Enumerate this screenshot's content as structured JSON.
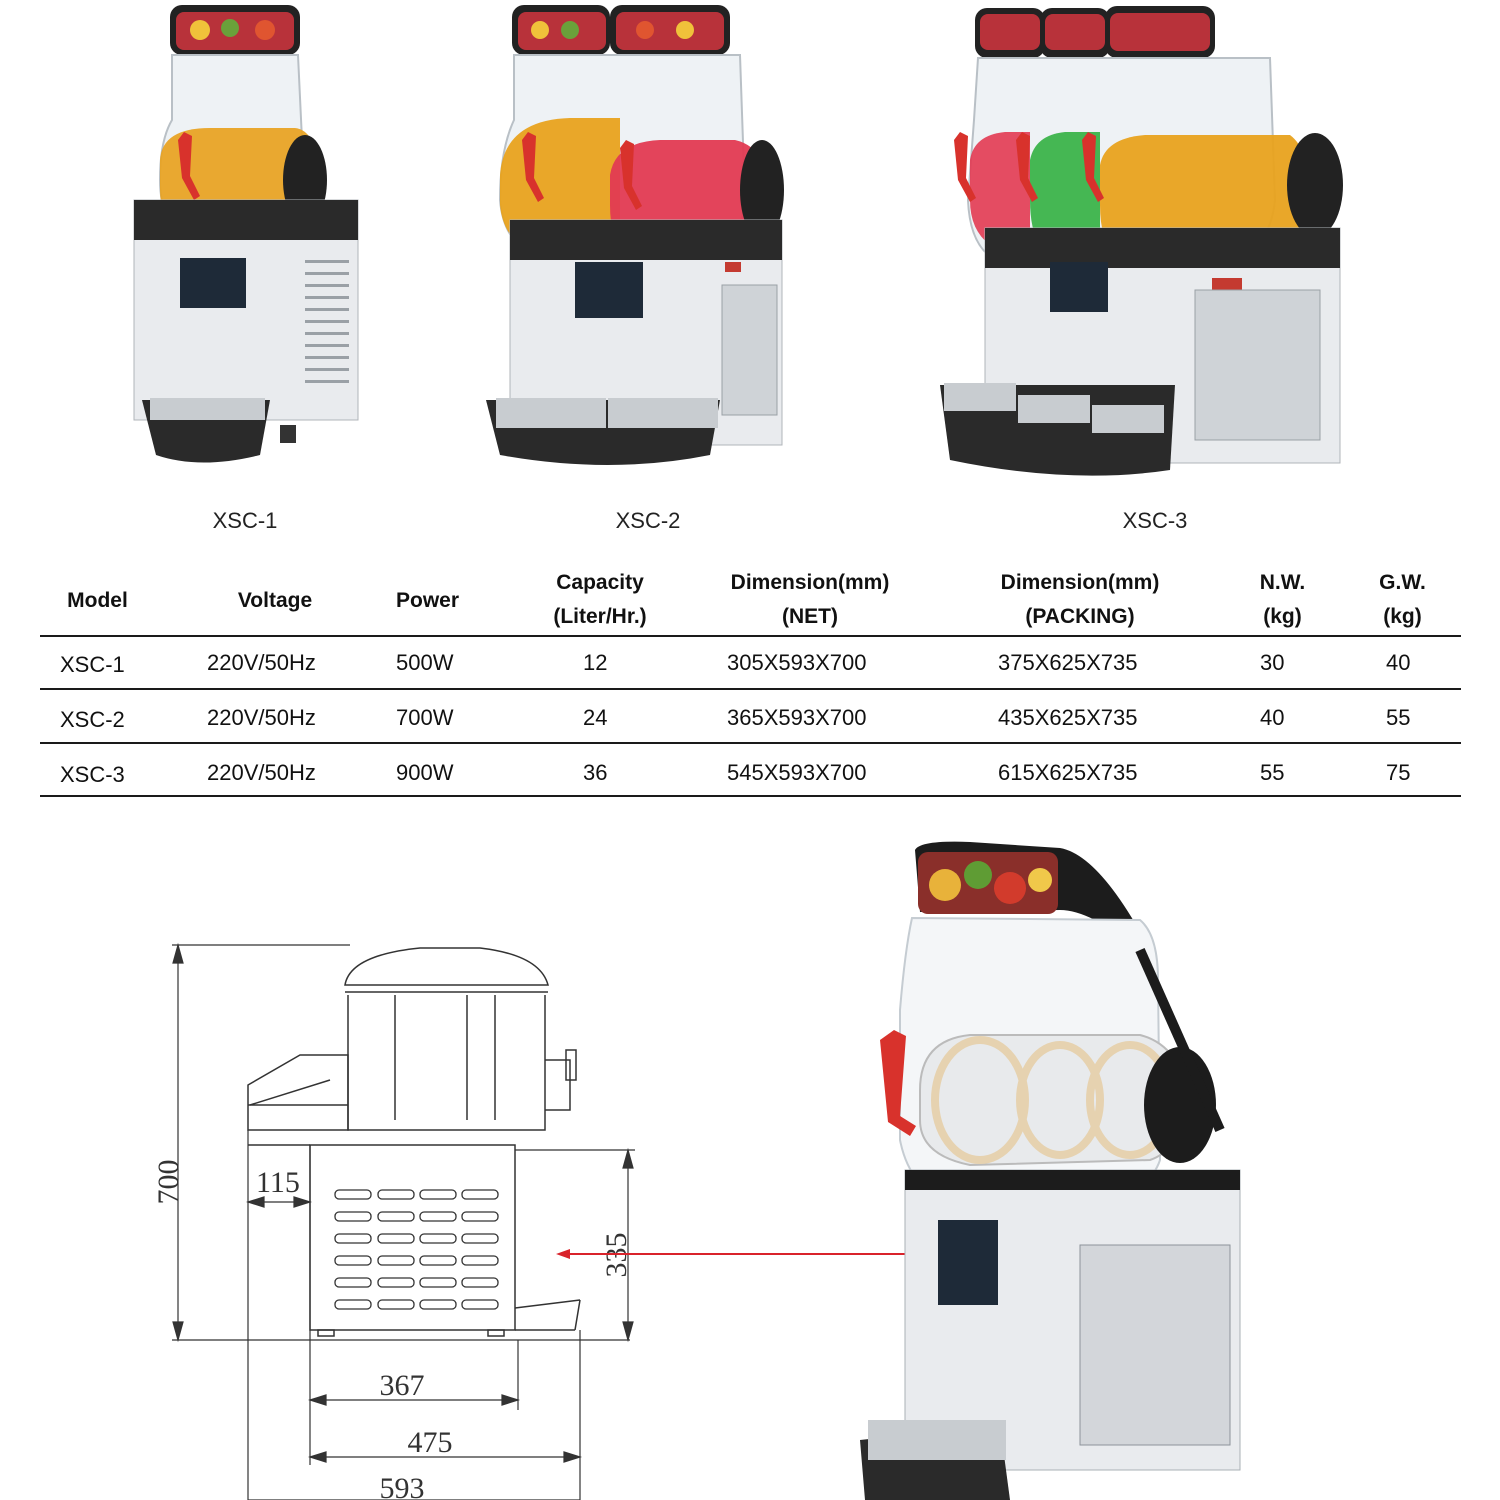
{
  "products": [
    {
      "model": "XSC-1"
    },
    {
      "model": "XSC-2"
    },
    {
      "model": "XSC-3"
    }
  ],
  "table": {
    "headers": {
      "model": "Model",
      "voltage": "Voltage",
      "power": "Power",
      "capacity_1": "Capacity",
      "capacity_2": "(Liter/Hr.)",
      "dim_net_1": "Dimension(mm)",
      "dim_net_2": "(NET)",
      "dim_pack_1": "Dimension(mm)",
      "dim_pack_2": "(PACKING)",
      "nw_1": "N.W.",
      "nw_2": "(kg)",
      "gw_1": "G.W.",
      "gw_2": "(kg)"
    },
    "rows": [
      {
        "model": "XSC-1",
        "voltage": "220V/50Hz",
        "power": "500W",
        "capacity": "12",
        "dim_net": "305X593X700",
        "dim_pack": "375X625X735",
        "nw": "30",
        "gw": "40"
      },
      {
        "model": "XSC-2",
        "voltage": "220V/50Hz",
        "power": "700W",
        "capacity": "24",
        "dim_net": "365X593X700",
        "dim_pack": "435X625X735",
        "nw": "40",
        "gw": "55"
      },
      {
        "model": "XSC-3",
        "voltage": "220V/50Hz",
        "power": "900W",
        "capacity": "36",
        "dim_net": "545X593X700",
        "dim_pack": "615X625X735",
        "nw": "55",
        "gw": "75"
      }
    ]
  },
  "drawing": {
    "height_label": "700",
    "offset_label": "115",
    "base_height_label": "335",
    "width_367": "367",
    "width_475": "475",
    "width_593": "593"
  },
  "colors": {
    "orange": "#e8a21e",
    "red": "#e23a52",
    "green": "#3bb34a",
    "tap_red": "#d8322c",
    "arrow_red": "#d9232b"
  }
}
